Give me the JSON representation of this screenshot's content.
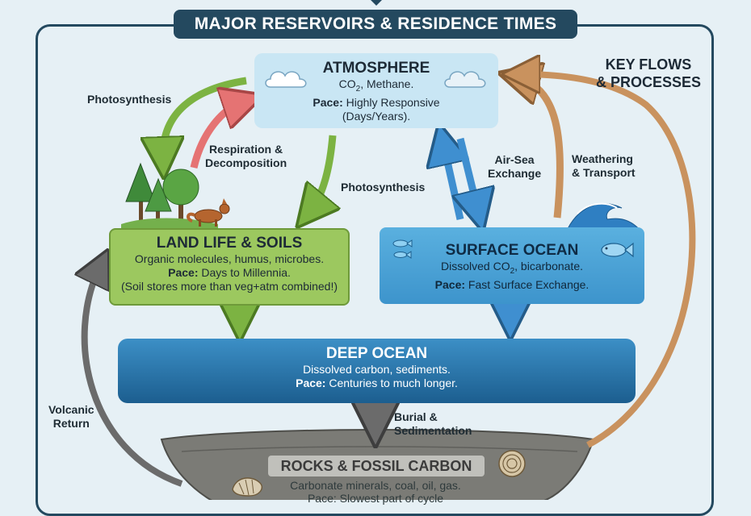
{
  "header": {
    "title": "MAJOR RESERVOIRS & RESIDENCE TIMES"
  },
  "key_flows": {
    "line1": "KEY FLOWS",
    "line2": "& PROCESSES"
  },
  "reservoirs": {
    "atmosphere": {
      "title": "ATMOSPHERE",
      "contents_prefix": "CO",
      "contents_sub": "2",
      "contents_suffix": ", Methane.",
      "pace_label": "Pace:",
      "pace_text": " Highly Responsive",
      "pace_text2": "(Days/Years)."
    },
    "land": {
      "title": "LAND LIFE & SOILS",
      "contents": "Organic molecules, humus, microbes.",
      "pace_label": "Pace:",
      "pace_text": " Days to Millennia.",
      "note": "(Soil stores more than veg+atm combined!)"
    },
    "surface_ocean": {
      "title": "SURFACE OCEAN",
      "contents_prefix": "Dissolved CO",
      "contents_sub": "2",
      "contents_suffix": ", bicarbonate.",
      "pace_label": "Pace:",
      "pace_text": " Fast Surface Exchange."
    },
    "deep_ocean": {
      "title": "DEEP OCEAN",
      "contents": "Dissolved carbon, sediments.",
      "pace_label": "Pace:",
      "pace_text": " Centuries to much longer."
    },
    "rocks": {
      "title": "ROCKS & FOSSIL CARBON",
      "contents": "Carbonate minerals, coal, oil, gas.",
      "pace_text": "Pace: Slowest part of cycle"
    }
  },
  "flows": {
    "photosynthesis_left": "Photosynthesis",
    "respiration_line1": "Respiration &",
    "respiration_line2": "Decomposition",
    "photosynthesis_center": "Photosynthesis",
    "air_sea_line1": "Air-Sea",
    "air_sea_line2": "Exchange",
    "weathering_line1": "Weathering",
    "weathering_line2": "& Transport",
    "burial_line1": "Burial &",
    "burial_line2": "Sedimentation",
    "volcanic_line1": "Volcanic",
    "volcanic_line2": "Return"
  },
  "colors": {
    "frame": "#24495f",
    "green_arrow": "#7cb342",
    "red_arrow": "#e57373",
    "blue_arrow": "#3f8fd0",
    "tan_arrow": "#c9925e",
    "gray_arrow": "#6b6b6b"
  }
}
